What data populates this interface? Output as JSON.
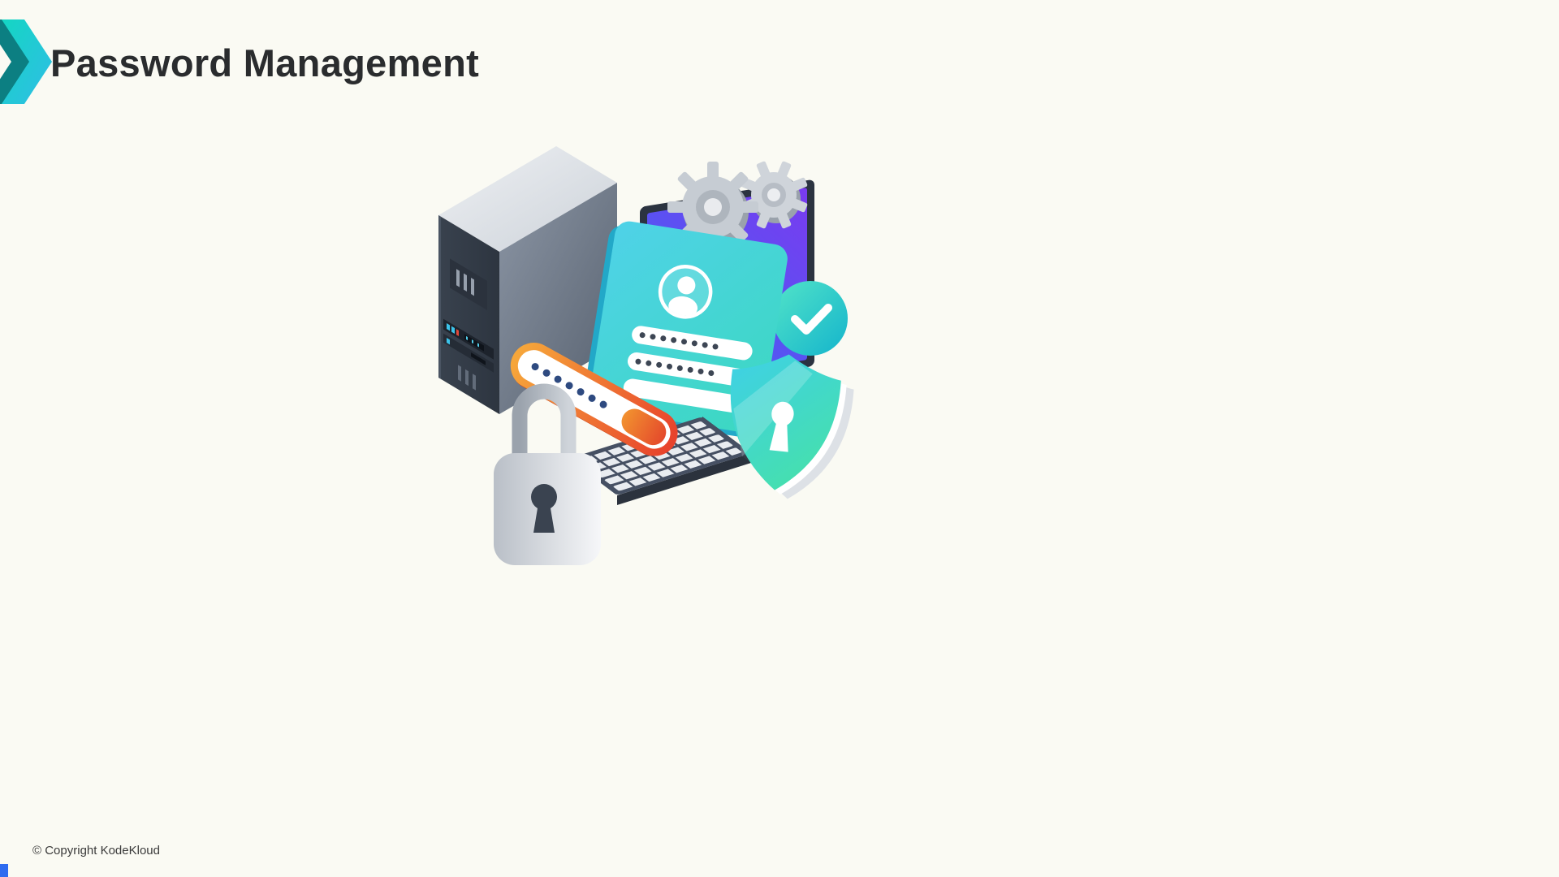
{
  "page": {
    "title": "Password Management",
    "footer_text": "© Copyright KodeKloud",
    "background_color": "#fafaf3",
    "title_color": "#2a2c2e"
  },
  "branding": {
    "logo": "kodekloud-chevron-icon",
    "chevron_gradient": [
      "#14d6c3",
      "#30bde6"
    ],
    "corner_accent_color": "#2e6bf0"
  },
  "illustration": {
    "name": "password-management-illustration",
    "elements": [
      "server-tower-icon",
      "monitor-icon",
      "gears-icon",
      "check-badge-icon",
      "login-card-icon",
      "keyboard-icon",
      "password-strength-bar-icon",
      "padlock-icon",
      "security-shield-icon"
    ],
    "colors": {
      "screen_gradient": [
        "#3f6ef2",
        "#7a3bf0"
      ],
      "card_gradient": [
        "#4fd2e8",
        "#3bd8c0"
      ],
      "shield_gradient": [
        "#3ed0e8",
        "#46e0ac"
      ],
      "badge_gradient": [
        "#52e4c8",
        "#14b4cc"
      ],
      "strength_gradient": [
        "#f6a63a",
        "#e8432c"
      ],
      "metal_gray": "#c6ccd3",
      "dark_slate": "#39424e"
    }
  }
}
